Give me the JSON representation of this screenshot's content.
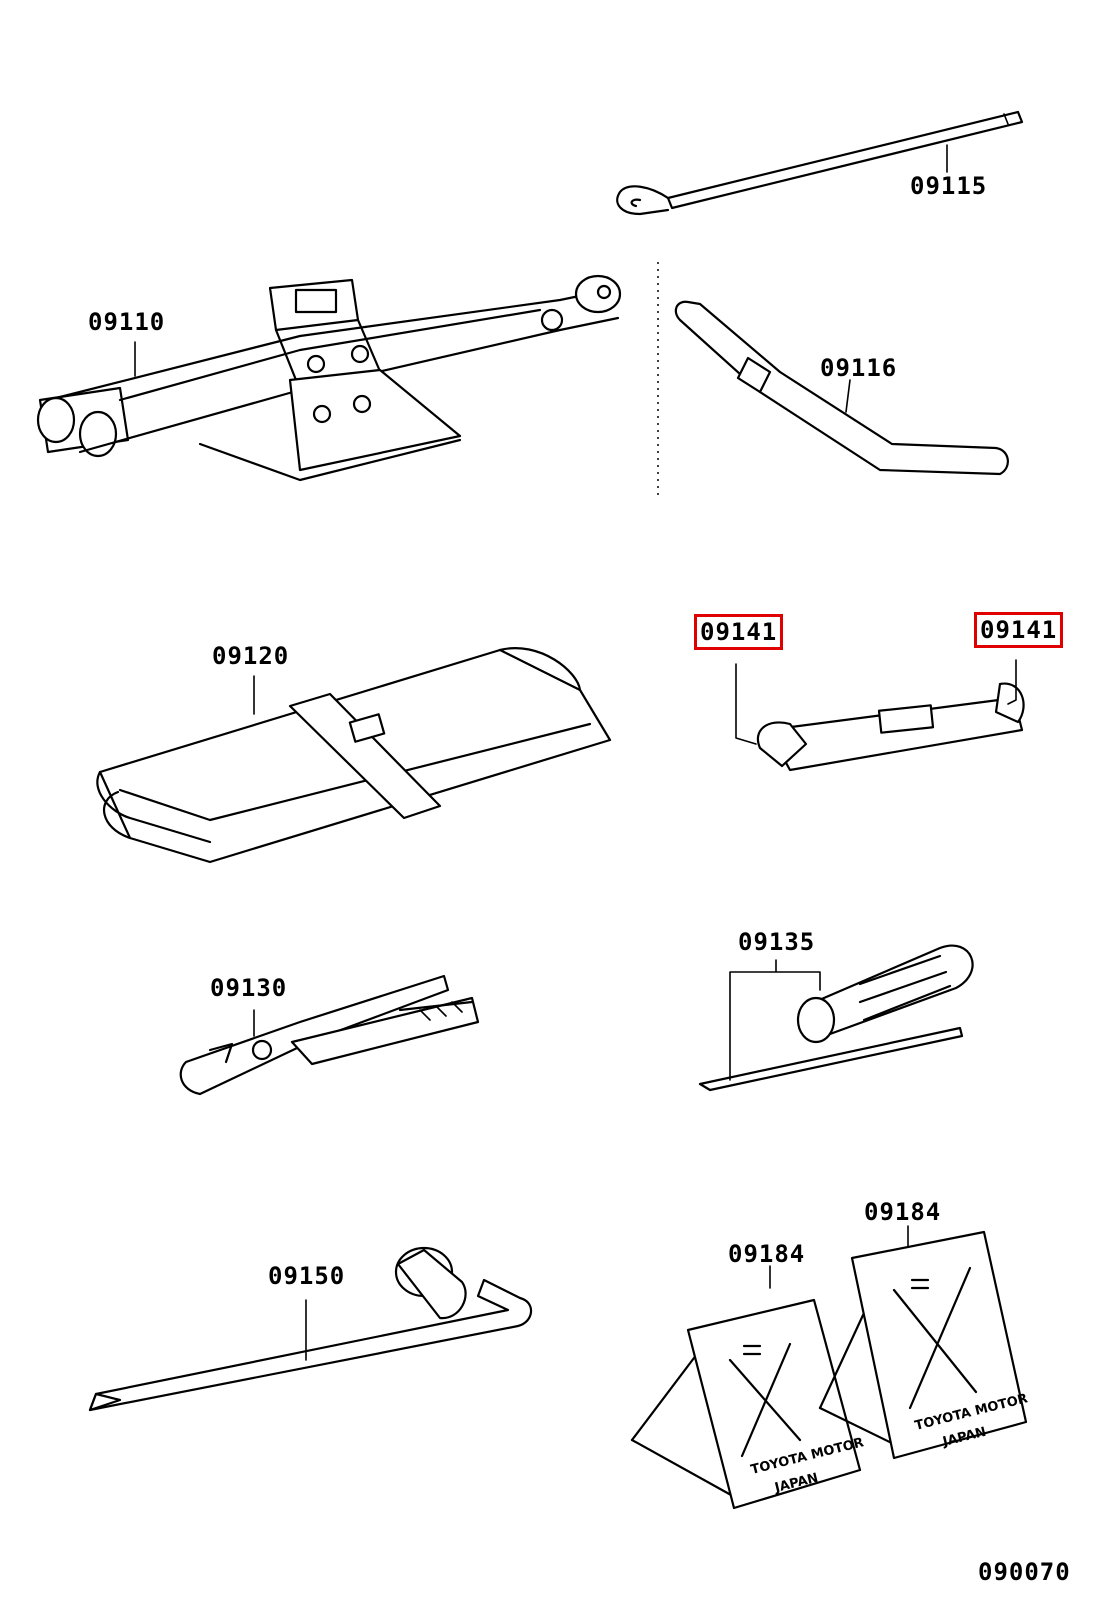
{
  "parts": {
    "p09110": "09110",
    "p09115": "09115",
    "p09116": "09116",
    "p09120": "09120",
    "p09141_left": "09141",
    "p09141_right": "09141",
    "p09130": "09130",
    "p09135": "09135",
    "p09150": "09150",
    "p09184_left": "09184",
    "p09184_right": "09184"
  },
  "figure_id": "090070",
  "stamp": {
    "line1": "TOYOTA MOTOR",
    "line2": "JAPAN"
  },
  "colors": {
    "highlight": "#e00000",
    "ink": "#000000",
    "paper": "#ffffff"
  }
}
